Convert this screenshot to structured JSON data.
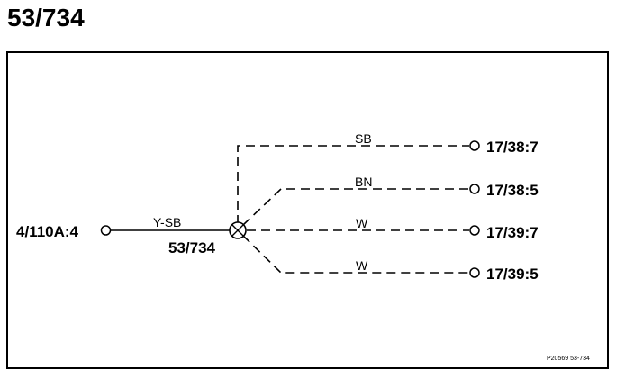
{
  "title": "53/734",
  "splice": {
    "label": "53/734"
  },
  "source": {
    "connector": "4/110A:4",
    "wire_color": "Y-SB"
  },
  "branches": [
    {
      "wire_color": "SB",
      "connector": "17/38:7"
    },
    {
      "wire_color": "BN",
      "connector": "17/38:5"
    },
    {
      "wire_color": "W",
      "connector": "17/39:7"
    },
    {
      "wire_color": "W",
      "connector": "17/39:5"
    }
  ],
  "reference": "P20569  53-734"
}
